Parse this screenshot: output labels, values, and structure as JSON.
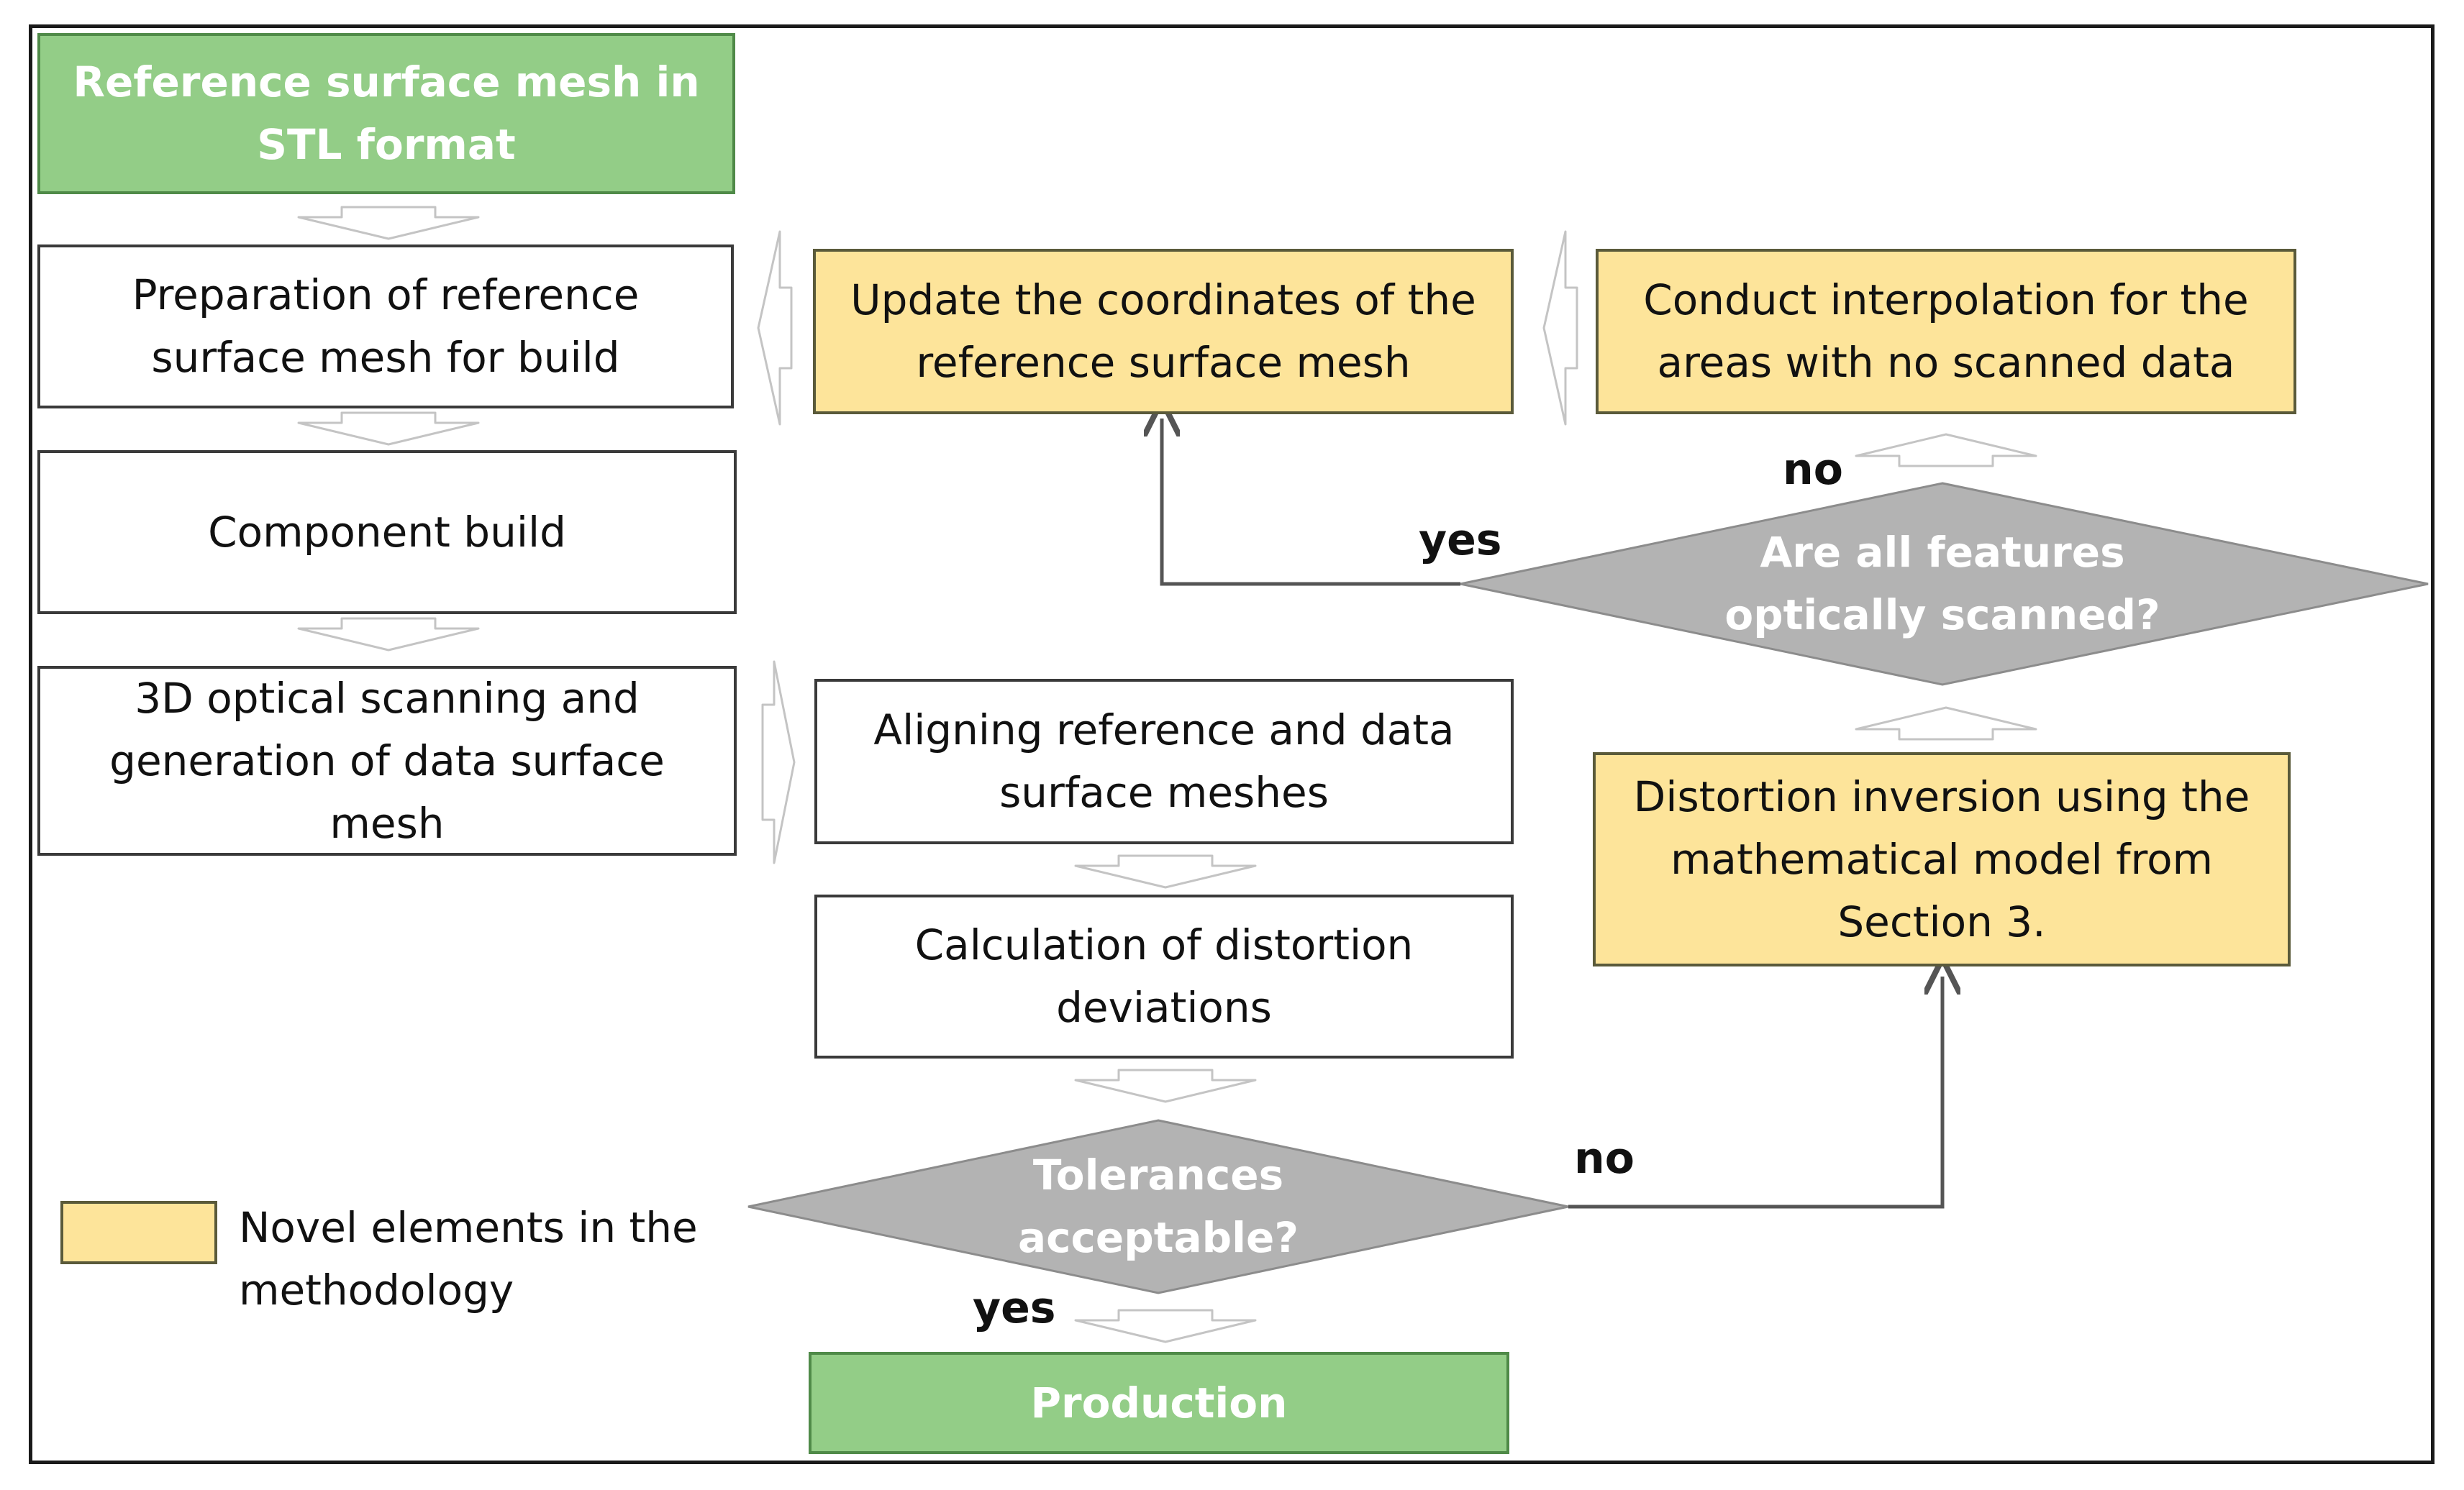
{
  "nodes": {
    "reference_mesh": "Reference surface mesh in STL format",
    "prepare_mesh": "Preparation of reference surface mesh for build",
    "component_build": "Component build",
    "optical_scanning": "3D optical scanning and generation of data surface mesh",
    "aligning": "Aligning reference and data surface meshes",
    "calculation": "Calculation of distortion deviations",
    "tolerances": "Tolerances acceptable?",
    "production": "Production",
    "distortion_inversion": "Distortion inversion using the mathematical model from Section 3.",
    "features_scanned": "Are all features optically scanned?",
    "interpolation": "Conduct interpolation for the areas with no scanned data",
    "update_coordinates": "Update the coordinates of the reference surface mesh"
  },
  "edge_labels": {
    "tolerances_yes": "yes",
    "tolerances_no": "no",
    "features_yes": "yes",
    "features_no": "no"
  },
  "legend": {
    "label": "Novel elements in the methodology"
  },
  "colors": {
    "start_end": "#93cd87",
    "novel": "#fde49a",
    "decision": "#b3b3b3",
    "process": "#ffffff"
  }
}
